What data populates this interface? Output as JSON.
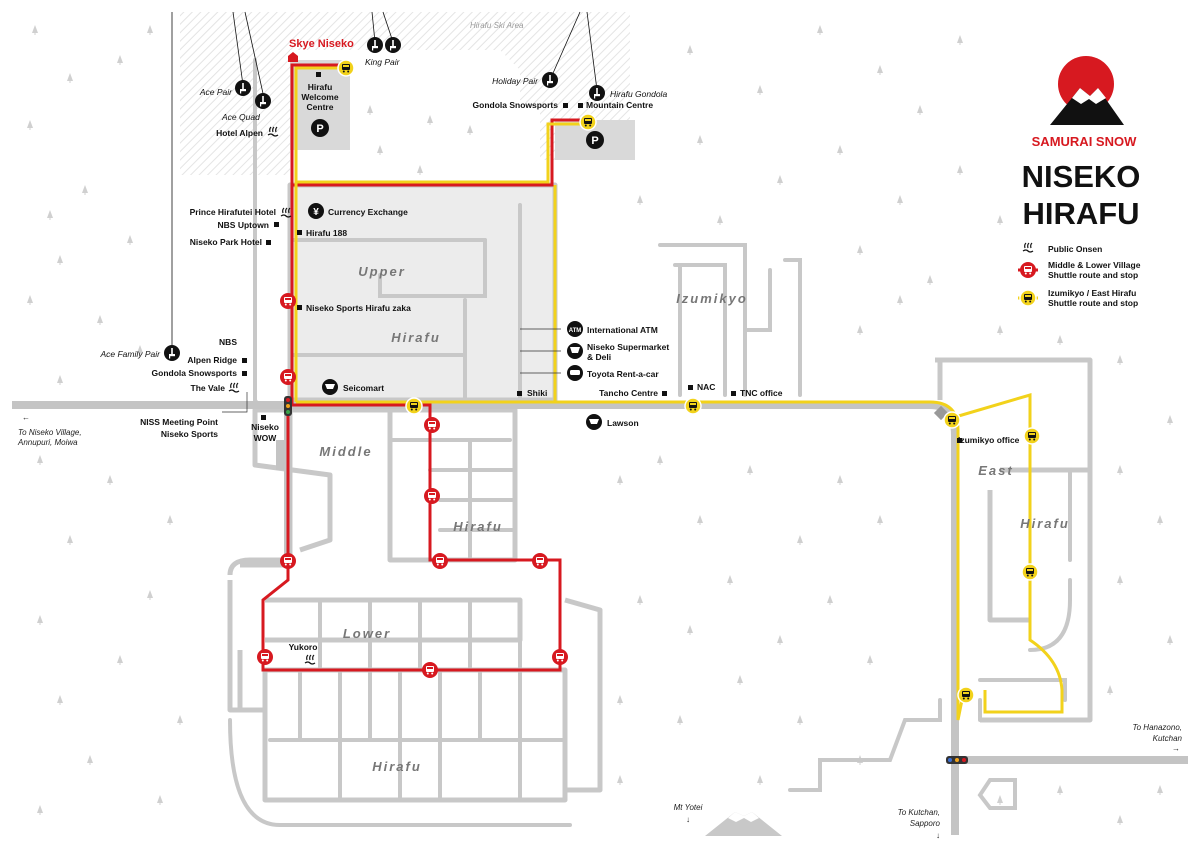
{
  "brand": {
    "logo_text": "SAMURAI SNOW",
    "title_line1": "NISEKO",
    "title_line2": "HIRAFU"
  },
  "legend": {
    "onsen": "Public Onsen",
    "red_route_line1": "Middle & Lower Village",
    "red_route_line2": "Shuttle route and stop",
    "yellow_route_line1": "Izumikyo / East Hirafu",
    "yellow_route_line2": "Shuttle route and stop"
  },
  "colors": {
    "red_route": "#d71920",
    "yellow_route": "#f2d21b",
    "road": "#c8c8c8",
    "block": "#ececec",
    "ski_area": "#f3f3f3"
  },
  "ski_area_label": "Hirafu Ski Area",
  "highlight": {
    "skye_niseko": "Skye Niseko"
  },
  "areas": {
    "upper": "Upper",
    "hirafu_upper": "Hirafu",
    "izumikyo": "Izumikyo",
    "middle": "Middle",
    "hirafu_middle": "Hirafu",
    "lower": "Lower",
    "hirafu_lower": "Hirafu",
    "east": "East",
    "hirafu_east": "Hirafu"
  },
  "lifts": {
    "ace_pair": "Ace Pair",
    "ace_quad": "Ace Quad",
    "king_pair": "King Pair",
    "holiday_pair": "Holiday Pair",
    "hirafu_gondola": "Hirafu Gondola",
    "ace_family_pair": "Ace Family Pair"
  },
  "places": {
    "hirafu_welcome_1": "Hirafu",
    "hirafu_welcome_2": "Welcome",
    "hirafu_welcome_3": "Centre",
    "hotel_alpen": "Hotel Alpen",
    "gondola_snowsports_top": "Gondola Snowsports",
    "mountain_centre": "Mountain Centre",
    "currency_exchange": "Currency Exchange",
    "prince_hirafutei": "Prince Hirafutei Hotel",
    "nbs_uptown": "NBS Uptown",
    "niseko_park_hotel": "Niseko Park Hotel",
    "hirafu_188": "Hirafu 188",
    "niseko_sports_hirafu_zaka": "Niseko Sports Hirafu zaka",
    "nbs": "NBS",
    "alpen_ridge": "Alpen Ridge",
    "gondola_snowsports_low": "Gondola Snowsports",
    "the_vale": "The Vale",
    "seicomart": "Seicomart",
    "international_atm": "International ATM",
    "supermarket_1": "Niseko Supermarket",
    "supermarket_2": "& Deli",
    "toyota": "Toyota Rent-a-car",
    "shiki": "Shiki",
    "tancho": "Tancho Centre",
    "nac": "NAC",
    "tnc": "TNC office",
    "lawson": "Lawson",
    "niss_1": "NISS Meeting Point",
    "niss_2": "Niseko Sports",
    "wow_1": "Niseko",
    "wow_2": "WOW",
    "izumikyo_office": "Izumikyo office",
    "yukoro": "Yukoro",
    "atm_badge": "ATM"
  },
  "directions": {
    "west_1": "To Niseko Village,",
    "west_2": "Annupuri, Moiwa",
    "east_1": "To Hanazono,",
    "east_2": "Kutchan",
    "south_1": "To Kutchan,",
    "south_2": "Sapporo",
    "yotei": "Mt Yotei"
  },
  "parking": "P",
  "currency_symbol": "¥"
}
